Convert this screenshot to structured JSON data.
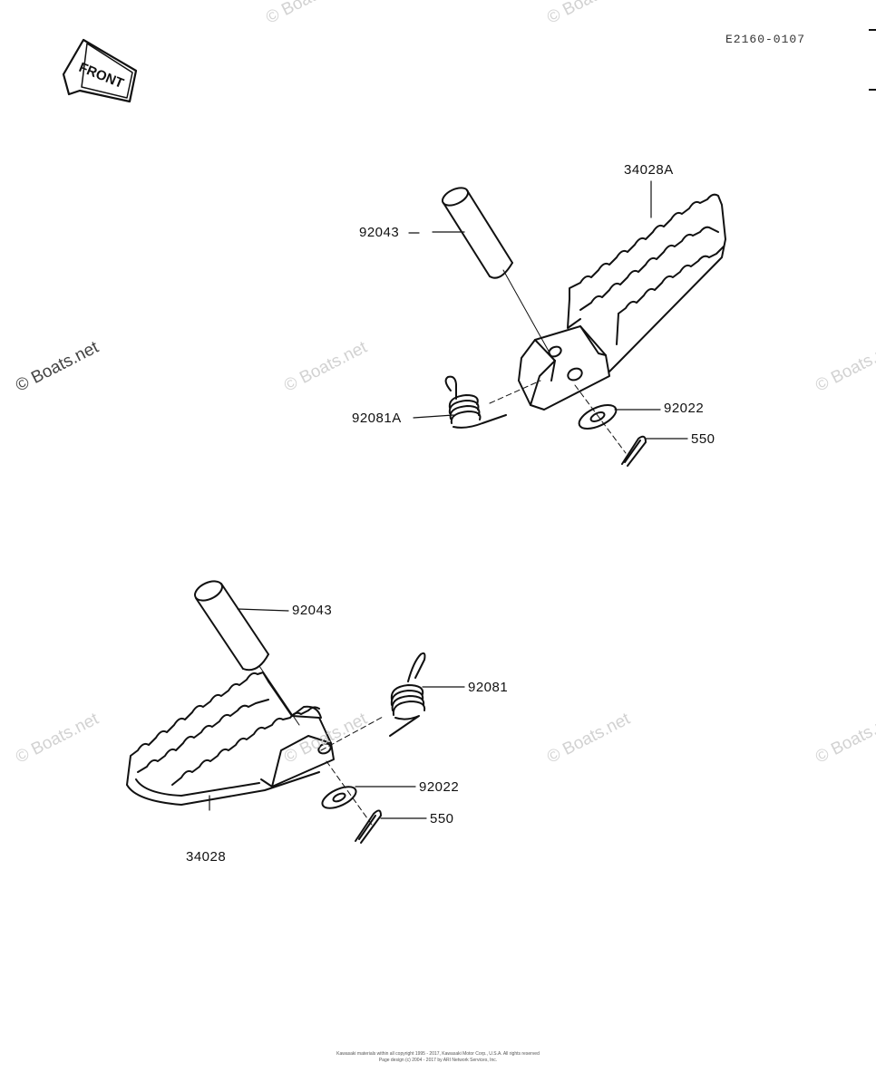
{
  "diagram_code": "E2160-0107",
  "front_arrow_label": "FRONT",
  "watermark": "© Boats.net",
  "upper_assembly": {
    "pin": "92043",
    "footpeg": "34028A",
    "spring": "92081A",
    "washer": "92022",
    "cotter_pin": "550"
  },
  "lower_assembly": {
    "pin": "92043",
    "spring": "92081",
    "washer": "92022",
    "cotter_pin": "550",
    "footpeg": "34028"
  },
  "footer": {
    "line1": "Kawasaki materials within all copyright 1995 - 2017, Kawasaki Motor Corp., U.S.A.   All rights reserved",
    "line2": "Page design (c) 2004 - 2017 by ARI Network Services, Inc."
  },
  "colors": {
    "line": "#111111",
    "watermark": "#d2d2d2",
    "background": "#ffffff"
  }
}
